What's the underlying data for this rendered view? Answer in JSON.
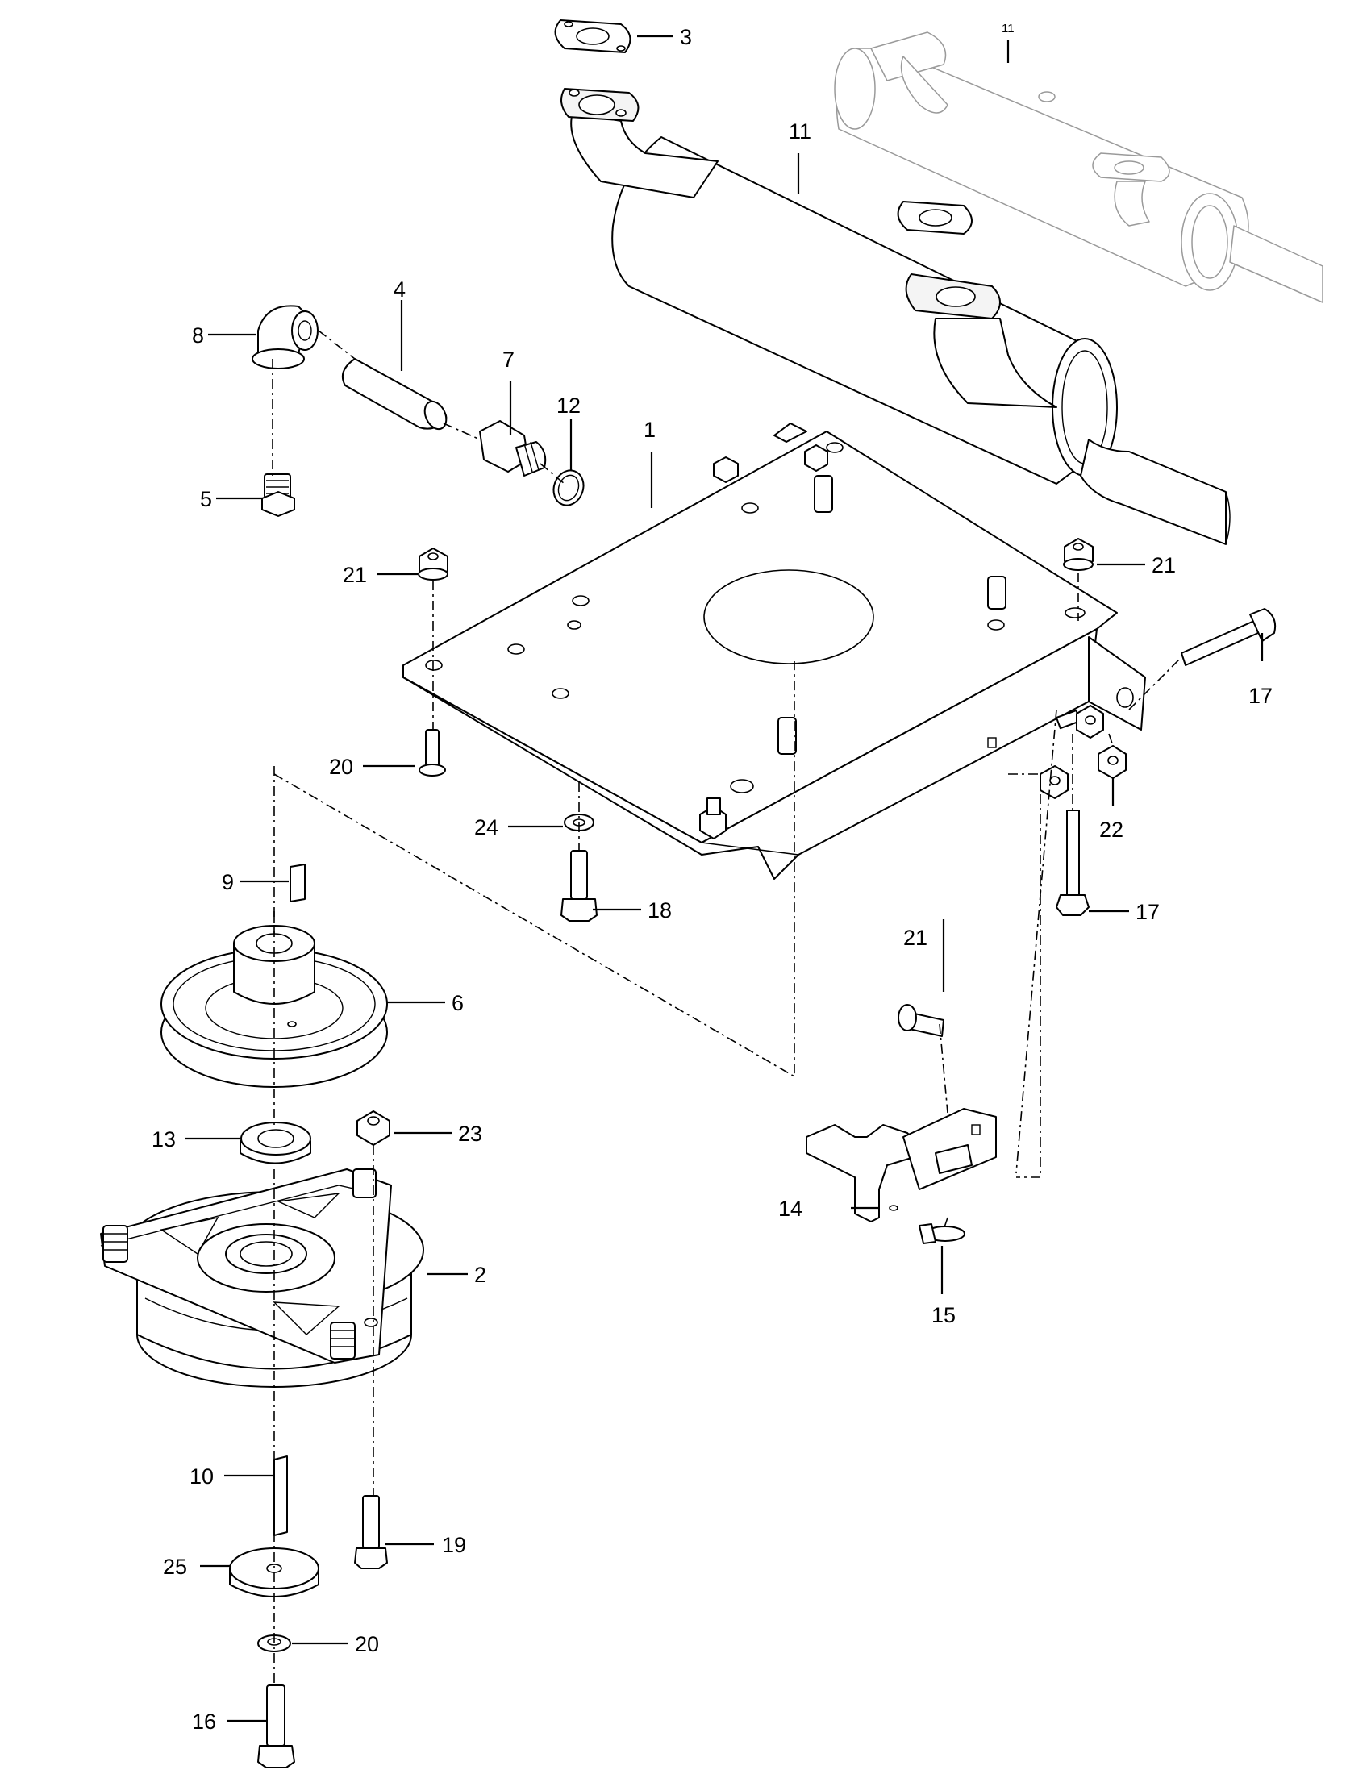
{
  "diagram": {
    "callouts": [
      {
        "id": "c1",
        "label": "1"
      },
      {
        "id": "c2",
        "label": "2"
      },
      {
        "id": "c3",
        "label": "3"
      },
      {
        "id": "c4",
        "label": "4"
      },
      {
        "id": "c5",
        "label": "5"
      },
      {
        "id": "c6",
        "label": "6"
      },
      {
        "id": "c7",
        "label": "7"
      },
      {
        "id": "c8",
        "label": "8"
      },
      {
        "id": "c9",
        "label": "9"
      },
      {
        "id": "c10",
        "label": "10"
      },
      {
        "id": "c11",
        "label": "11"
      },
      {
        "id": "c11s",
        "label": "11"
      },
      {
        "id": "c12",
        "label": "12"
      },
      {
        "id": "c13",
        "label": "13"
      },
      {
        "id": "c14",
        "label": "14"
      },
      {
        "id": "c15",
        "label": "15"
      },
      {
        "id": "c16",
        "label": "16"
      },
      {
        "id": "c17a",
        "label": "17"
      },
      {
        "id": "c17b",
        "label": "17"
      },
      {
        "id": "c18",
        "label": "18"
      },
      {
        "id": "c19",
        "label": "19"
      },
      {
        "id": "c20a",
        "label": "20"
      },
      {
        "id": "c20b",
        "label": "20"
      },
      {
        "id": "c21a",
        "label": "21"
      },
      {
        "id": "c21b",
        "label": "21"
      },
      {
        "id": "c21c",
        "label": "21"
      },
      {
        "id": "c22",
        "label": "22"
      },
      {
        "id": "c23",
        "label": "23"
      },
      {
        "id": "c24",
        "label": "24"
      },
      {
        "id": "c25",
        "label": "25"
      }
    ]
  }
}
